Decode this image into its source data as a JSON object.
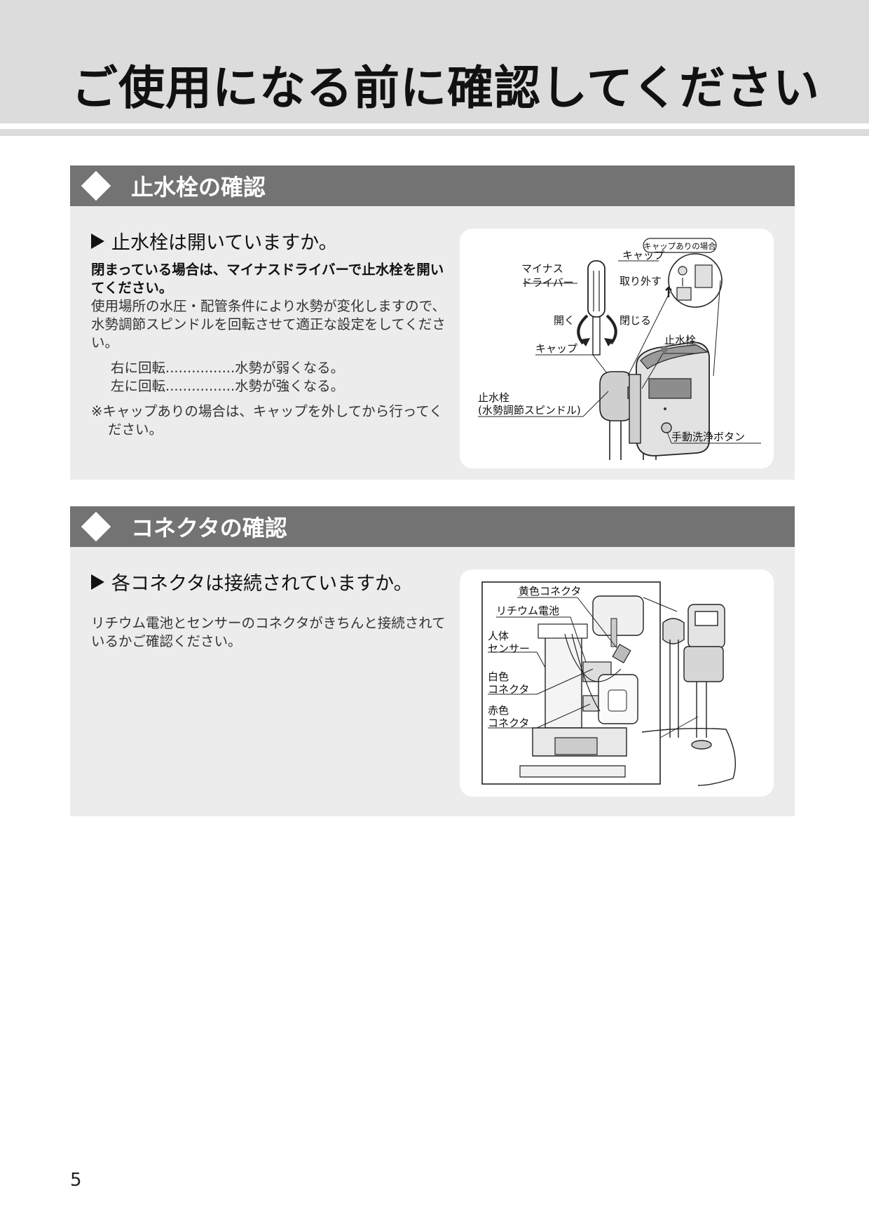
{
  "page": {
    "title": "ご使用になる前に確認してください",
    "page_number": "5"
  },
  "section1": {
    "heading": "止水栓の確認",
    "question": "止水栓は開いていますか。",
    "bold_text": "閉まっている場合は、マイナスドライバーで止水栓を開いてください。",
    "body_text": "使用場所の水圧・配管条件により水勢が変化しますので、水勢調節スピンドルを回転させて適正な設定をしてください。",
    "rotate_right": "右に回転................水勢が弱くなる。",
    "rotate_left": "左に回転................水勢が強くなる。",
    "note": "※キャップありの場合は、キャップを外してから行ってください。",
    "figure_labels": {
      "cap_case": "キャップありの場合",
      "cap_top": "キャップ",
      "remove": "取り外す",
      "screwdriver_1": "マイナス",
      "screwdriver_2": "ドライバー",
      "open": "開く",
      "close": "閉じる",
      "stop_valve_right": "止水栓",
      "cap_mid": "キャップ",
      "stop_valve_1": "止水栓",
      "stop_valve_2": "(水勢調節スピンドル)",
      "manual_flush": "手動洗浄ボタン"
    }
  },
  "section2": {
    "heading": "コネクタの確認",
    "question": "各コネクタは接続されていますか。",
    "body_text": "リチウム電池とセンサーのコネクタがきちんと接続されているかご確認ください。",
    "figure_labels": {
      "yellow_connector": "黄色コネクタ",
      "lithium_battery": "リチウム電池",
      "human_sensor_1": "人体",
      "human_sensor_2": "センサー",
      "white_connector_1": "白色",
      "white_connector_2": "コネクタ",
      "red_connector_1": "赤色",
      "red_connector_2": "コネクタ"
    }
  }
}
